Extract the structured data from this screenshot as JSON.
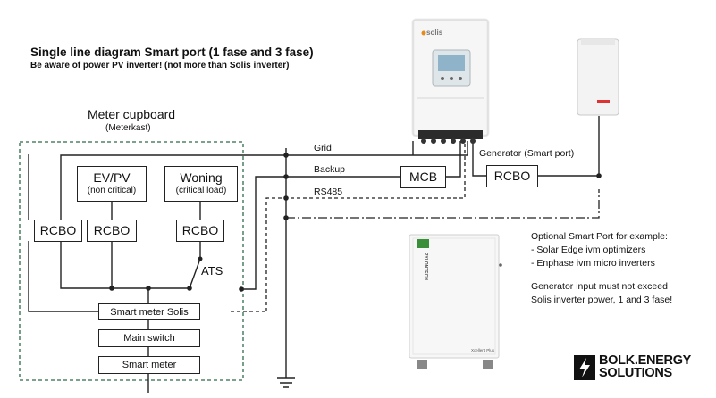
{
  "title": "Single line diagram Smart port (1 fase and 3 fase)",
  "subtitle": "Be aware of power PV inverter! (not more than Solis inverter)",
  "cupboard": {
    "label": "Meter cupboard",
    "sublabel": "(Meterkast)"
  },
  "groups": {
    "ev_pv": {
      "title": "EV/PV",
      "subtitle": "(non critical)"
    },
    "woning": {
      "title": "Woning",
      "subtitle": "(critical load)"
    }
  },
  "components": {
    "rcbo": "RCBO",
    "mcb": "MCB",
    "ats": "ATS",
    "smart_meter_solis": "Smart meter Solis",
    "main_switch": "Main switch",
    "smart_meter": "Smart meter"
  },
  "wires": {
    "grid": "Grid",
    "backup": "Backup",
    "rs485": "RS485",
    "generator": "Generator (Smart port)"
  },
  "devices": {
    "inverter_brand": "solis",
    "battery_brand": "PYLONTECH",
    "battery_model": "Xcellent Plus"
  },
  "notes": {
    "optional_lines": [
      "Optional Smart Port for example:",
      "- Solar Edge ivm optimizers",
      "- Enphase ivm micro inverters"
    ],
    "generator_lines": [
      "Generator input must not exceed",
      "Solis inverter power, 1 and 3 fase!"
    ]
  },
  "logo": {
    "line1": "BOLK.ENERGY",
    "line2": "SOLUTIONS"
  }
}
